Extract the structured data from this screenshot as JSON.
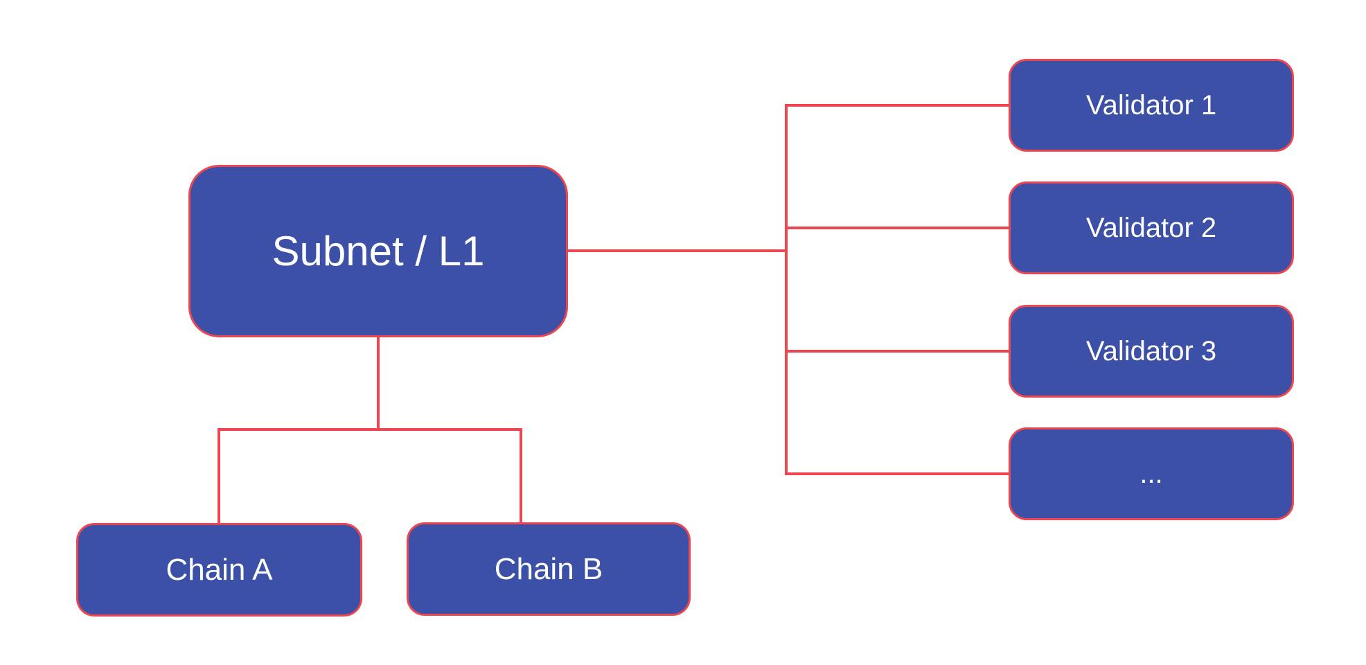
{
  "diagram": {
    "background": "#FFFFFF",
    "colors": {
      "node_fill": "#3B50A6",
      "line": "#EE4650",
      "text": "#FFFFFF"
    },
    "subnet": {
      "label": "Subnet / L1"
    },
    "chains": [
      {
        "label": "Chain A"
      },
      {
        "label": "Chain B"
      }
    ],
    "validators": [
      {
        "label": "Validator 1"
      },
      {
        "label": "Validator 2"
      },
      {
        "label": "Validator 3"
      },
      {
        "label": "..."
      }
    ]
  }
}
